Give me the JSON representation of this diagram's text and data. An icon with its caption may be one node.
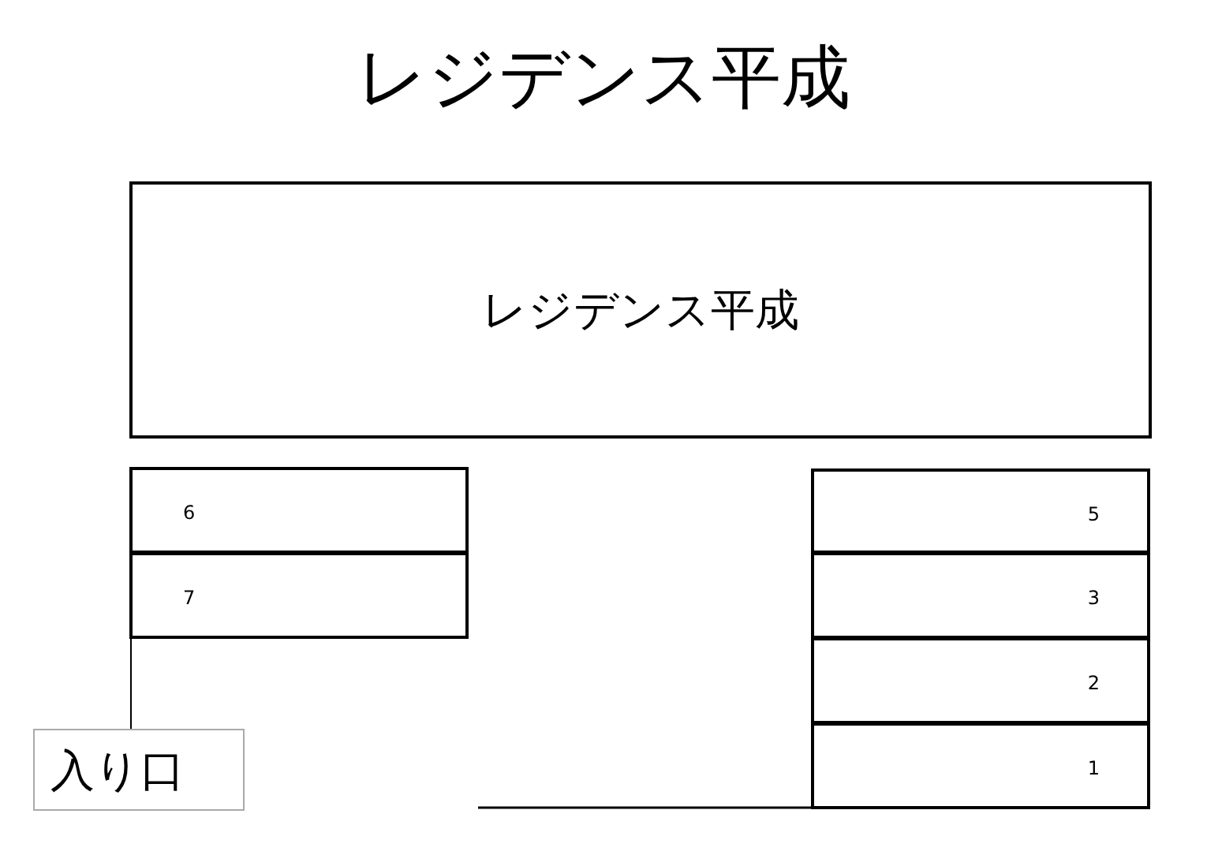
{
  "diagram": {
    "title": "レジデンス平成",
    "nodes": [
      {
        "text": [
          "レジデンス平成"
        ]
      },
      {
        "text": [
          "6"
        ]
      },
      {
        "text": [
          "7"
        ]
      },
      {
        "text": [
          "5"
        ]
      },
      {
        "text": [
          "3"
        ]
      },
      {
        "text": [
          "2"
        ]
      },
      {
        "text": [
          "1"
        ]
      },
      {
        "text": [
          "入り口"
        ]
      }
    ],
    "edges": [
      {
        "from": 2,
        "to": 7,
        "arrow": "none"
      }
    ]
  }
}
